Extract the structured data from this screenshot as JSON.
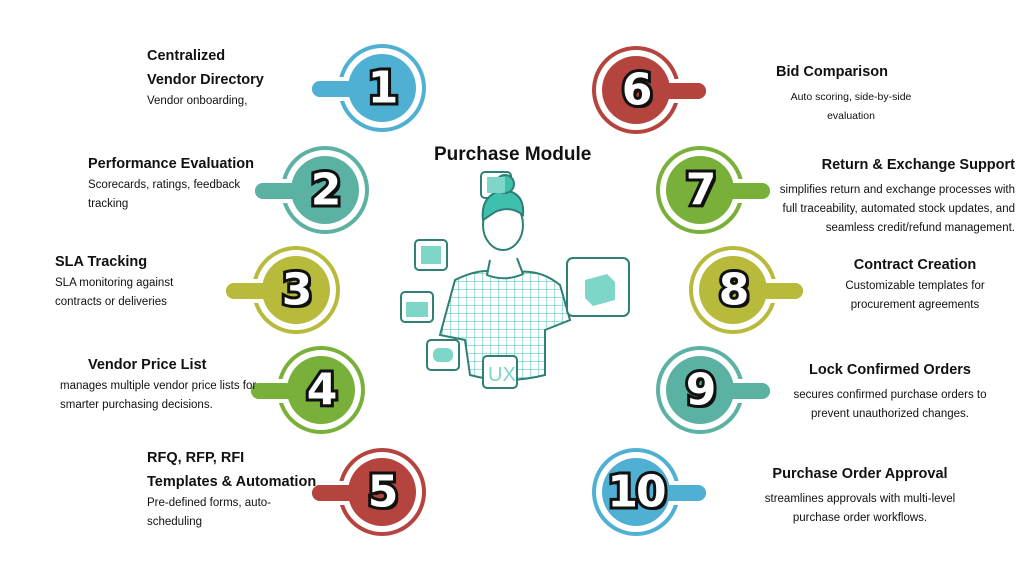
{
  "title": "Purchase Module",
  "colors": {
    "blue": "#4fb0d4",
    "teal": "#5cb2a2",
    "olive": "#b8ba3c",
    "green": "#79b03a",
    "red": "#b5443f",
    "illustration": "#3fbfae"
  },
  "illustration_labels": {
    "ux": "UX"
  },
  "items": [
    {
      "num": "1",
      "title": "Centralized\nVendor Directory",
      "desc": "Vendor onboarding,",
      "color": "#4fb0d4"
    },
    {
      "num": "2",
      "title": "Performance Evaluation",
      "desc": "Scorecards, ratings, feedback\ntracking",
      "color": "#5cb2a2"
    },
    {
      "num": "3",
      "title": "SLA Tracking",
      "desc": "SLA monitoring against\ncontracts or deliveries",
      "color": "#b8ba3c"
    },
    {
      "num": "4",
      "title": "Vendor Price List",
      "desc": "manages multiple vendor price lists for\nsmarter purchasing decisions.",
      "color": "#79b03a"
    },
    {
      "num": "5",
      "title": "RFQ, RFP, RFI\nTemplates & Automation",
      "desc": "Pre-defined forms, auto-\nscheduling",
      "color": "#b5443f"
    },
    {
      "num": "6",
      "title": "Bid Comparison",
      "desc": "Auto scoring, side-by-side\nevaluation",
      "color": "#b5443f"
    },
    {
      "num": "7",
      "title": "Return & Exchange Support",
      "desc": "simplifies return and exchange processes with\nfull traceability, automated stock updates, and\nseamless credit/refund management.",
      "color": "#79b03a"
    },
    {
      "num": "8",
      "title": "Contract Creation",
      "desc": "Customizable templates for\nprocurement agreements",
      "color": "#b8ba3c"
    },
    {
      "num": "9",
      "title": "Lock Confirmed Orders",
      "desc": "secures confirmed purchase orders to\nprevent unauthorized changes.",
      "color": "#5cb2a2"
    },
    {
      "num": "10",
      "title": "Purchase Order Approval",
      "desc": "streamlines approvals with multi-level\npurchase order workflows.",
      "color": "#4fb0d4"
    }
  ]
}
